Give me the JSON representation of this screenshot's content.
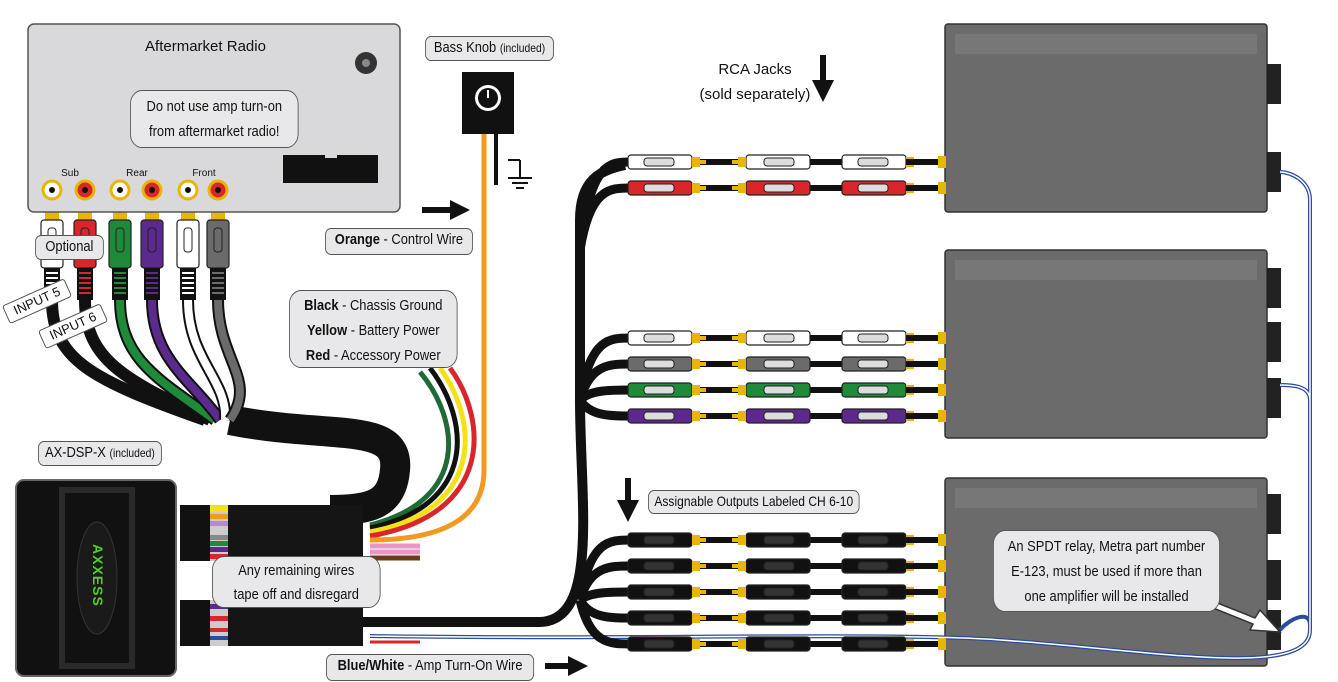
{
  "radio": {
    "title": "Aftermarket Radio",
    "warning_line1": "Do not use amp turn-on",
    "warning_line2": "from aftermarket radio!",
    "jack_groups": [
      "Sub",
      "Rear",
      "Front"
    ],
    "plug_colors": [
      "#ffffff",
      "#d9262b",
      "#1f8a3a",
      "#5b2a8c",
      "#ffffff",
      "#6b6b6b"
    ],
    "optional_label": "Optional",
    "input5_label": "INPUT 5",
    "input6_label": "INPUT 6"
  },
  "bass_knob": {
    "title": "Bass Knob",
    "note": "(included)"
  },
  "control_wire": {
    "color_name": "Orange",
    "desc": "- Control Wire"
  },
  "power_wires": [
    {
      "color_name": "Black",
      "desc": "- Chassis Ground"
    },
    {
      "color_name": "Yellow",
      "desc": "- Battery Power"
    },
    {
      "color_name": "Red",
      "desc": "- Accessory Power"
    }
  ],
  "dsp": {
    "title": "AX-DSP-X",
    "note": "(included)",
    "logo": "AXXESS"
  },
  "remaining_wires": {
    "line1": "Any remaining wires",
    "line2": "tape off and disregard"
  },
  "turn_on_wire": {
    "color_name": "Blue/White",
    "desc": "- Amp Turn-On Wire"
  },
  "rca_jacks": {
    "line1": "RCA Jacks",
    "line2": "(sold separately)"
  },
  "assignable_outputs": "Assignable Outputs Labeled CH 6-10",
  "relay_note": {
    "line1": "An SPDT relay, Metra part number",
    "line2": "E-123, must be used if more than",
    "line3": "one amplifier will be installed"
  },
  "rca_rows": {
    "amp1": [
      "#ffffff",
      "#d9262b"
    ],
    "amp2": [
      "#ffffff",
      "#6b6b6b",
      "#1f8a3a",
      "#5b2a8c"
    ],
    "amp3": [
      "#111111",
      "#111111",
      "#111111",
      "#111111",
      "#111111"
    ]
  }
}
